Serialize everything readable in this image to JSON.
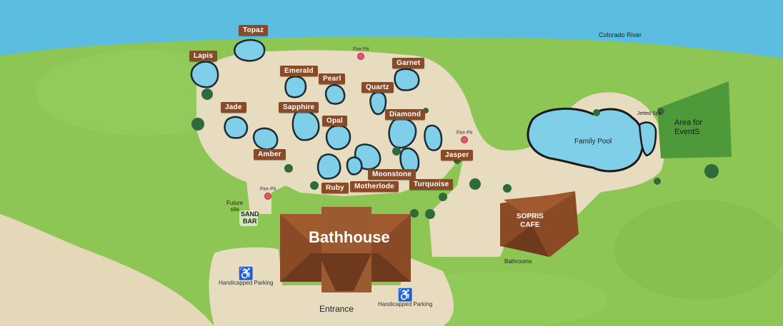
{
  "water_labels": {
    "river": "Colorado River"
  },
  "pools": [
    {
      "id": "topaz",
      "label": "Topaz"
    },
    {
      "id": "lapis",
      "label": "Lapis"
    },
    {
      "id": "emerald",
      "label": "Emerald"
    },
    {
      "id": "pearl",
      "label": "Pearl"
    },
    {
      "id": "garnet",
      "label": "Garnet"
    },
    {
      "id": "quartz",
      "label": "Quartz"
    },
    {
      "id": "jade",
      "label": "Jade"
    },
    {
      "id": "sapphire",
      "label": "Sapphire"
    },
    {
      "id": "opal",
      "label": "Opal"
    },
    {
      "id": "diamond",
      "label": "Diamond"
    },
    {
      "id": "amber",
      "label": "Amber"
    },
    {
      "id": "jasper",
      "label": "Jasper"
    },
    {
      "id": "moonstone",
      "label": "Moonstone"
    },
    {
      "id": "ruby",
      "label": "Ruby"
    },
    {
      "id": "motherlode",
      "label": "Motherlode"
    },
    {
      "id": "turquoise",
      "label": "Turquoise"
    }
  ],
  "fire_pits": [
    "Fire Pit",
    "Fire Pit",
    "Fire Pit"
  ],
  "areas": {
    "family_pool": "Family Pool",
    "jetted_spa": "Jetted Spa",
    "events_line1": "Area for",
    "events_line2": "EventS",
    "future_line1": "Future",
    "future_line2": "site",
    "sandbar_line1": "SAND",
    "sandbar_line2": "BAR",
    "bathrooms": "Bathrooms",
    "entrance": "Entrance"
  },
  "buildings": {
    "bathhouse": "Bathhouse",
    "cafe_line1": "SOPRIS",
    "cafe_line2": "CAFE"
  },
  "parking": [
    {
      "label": "Handicapped Parking"
    },
    {
      "label": "Handicapped Parking"
    }
  ],
  "colors": {
    "river": "#5bbde0",
    "grass": "#8dc655",
    "path": "#e8dcc0",
    "pool": "#7fcfe8",
    "roof": "#8b4a26",
    "tag": "#8b4a26",
    "firepit": "#e2556b"
  },
  "icons": {
    "parking": "wheelchair-icon",
    "firepit": "fire-pit-icon"
  }
}
